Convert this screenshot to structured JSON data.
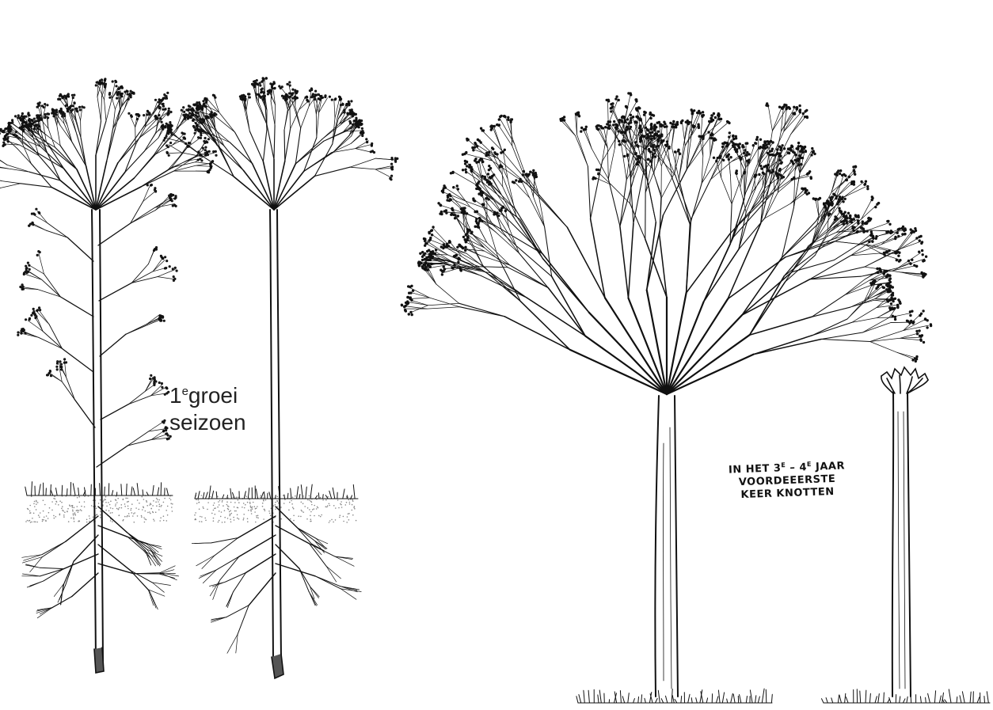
{
  "labels": {
    "growth_number": "1",
    "growth_sup": "e",
    "growth_word": "groei",
    "growth_line2": "seizoen",
    "pollard_prefix": "IN HET 3",
    "pollard_sup_a": "E",
    "pollard_dash": " – 4",
    "pollard_sup_b": "E",
    "pollard_suffix": " JAAR",
    "pollard_line2": "VOORDEEERSTE",
    "pollard_line3": "KEER KNOTTEN"
  },
  "colors": {
    "ink": "#111111",
    "soil": "#888888",
    "paper": "#ffffff"
  }
}
